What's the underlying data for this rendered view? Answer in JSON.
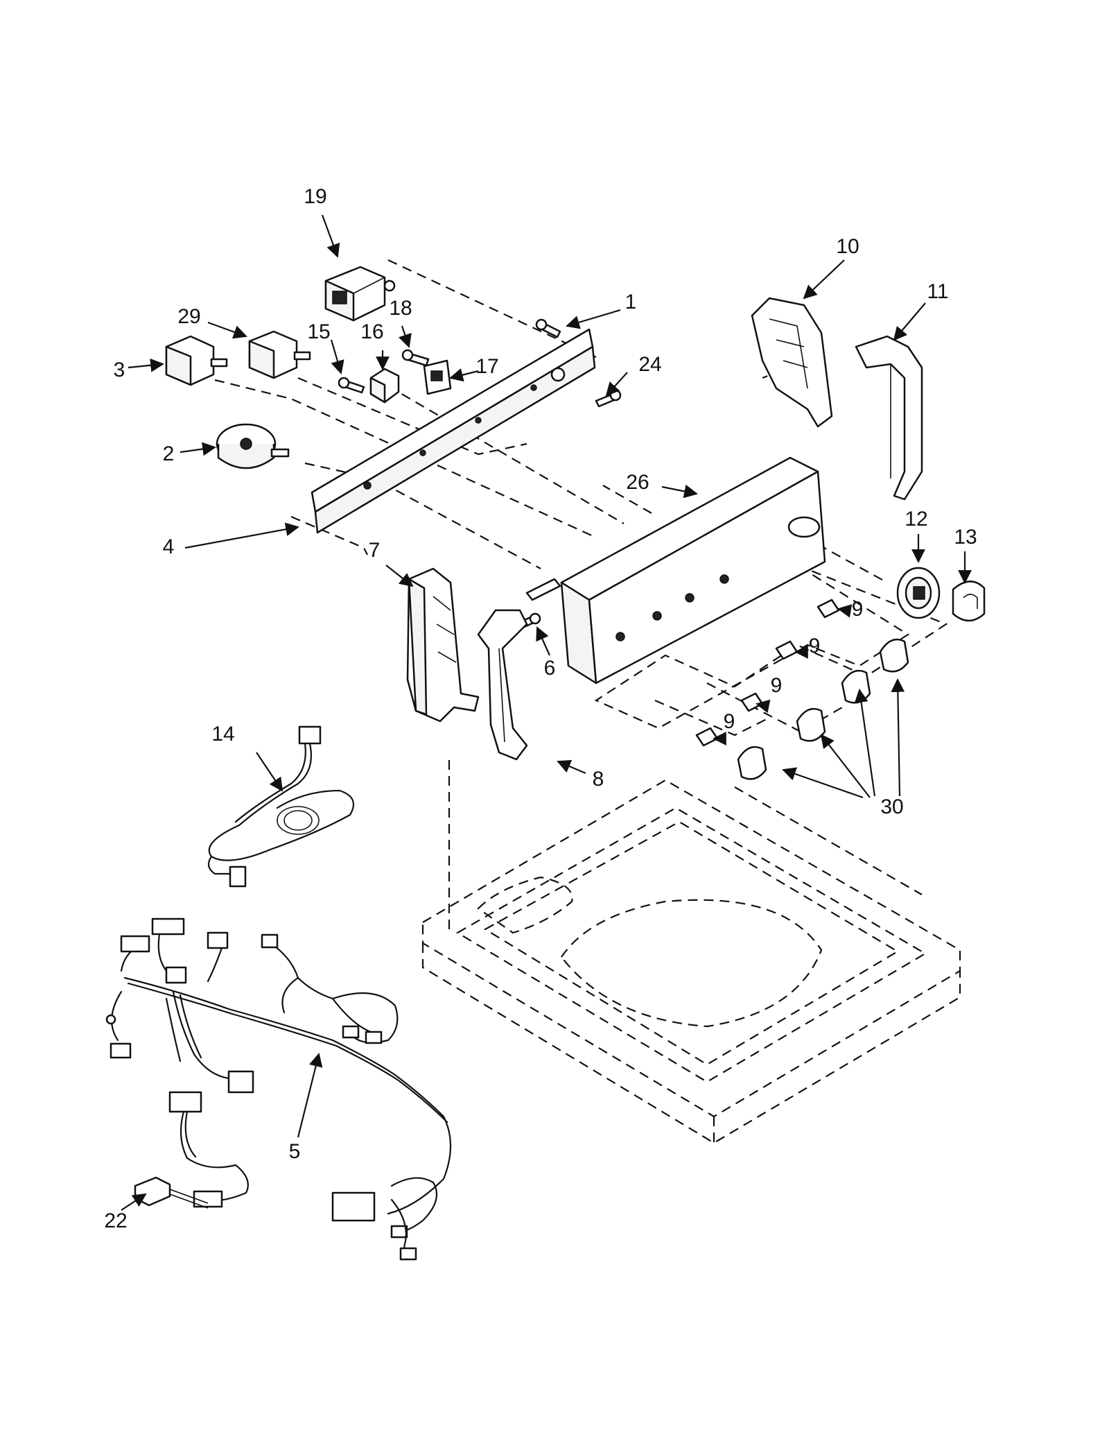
{
  "callouts": [
    {
      "id": "c1",
      "text": "1"
    },
    {
      "id": "c2",
      "text": "2"
    },
    {
      "id": "c3",
      "text": "3"
    },
    {
      "id": "c4",
      "text": "4"
    },
    {
      "id": "c5",
      "text": "5"
    },
    {
      "id": "c6",
      "text": "6"
    },
    {
      "id": "c7",
      "text": "7"
    },
    {
      "id": "c8",
      "text": "8"
    },
    {
      "id": "c9a",
      "text": "9"
    },
    {
      "id": "c9b",
      "text": "9"
    },
    {
      "id": "c9c",
      "text": "9"
    },
    {
      "id": "c9d",
      "text": "9"
    },
    {
      "id": "c10",
      "text": "10"
    },
    {
      "id": "c11",
      "text": "11"
    },
    {
      "id": "c12",
      "text": "12"
    },
    {
      "id": "c13",
      "text": "13"
    },
    {
      "id": "c14",
      "text": "14"
    },
    {
      "id": "c15",
      "text": "15"
    },
    {
      "id": "c16",
      "text": "16"
    },
    {
      "id": "c17",
      "text": "17"
    },
    {
      "id": "c18",
      "text": "18"
    },
    {
      "id": "c19",
      "text": "19"
    },
    {
      "id": "c22",
      "text": "22"
    },
    {
      "id": "c24",
      "text": "24"
    },
    {
      "id": "c26",
      "text": "26"
    },
    {
      "id": "c29",
      "text": "29"
    },
    {
      "id": "c30",
      "text": "30"
    }
  ]
}
